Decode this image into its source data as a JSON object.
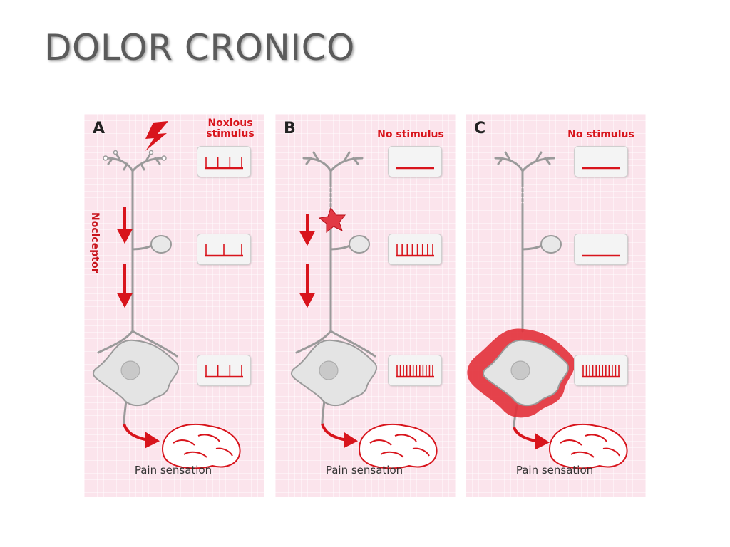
{
  "slide": {
    "title": "DOLOR CRONICO"
  },
  "panels": [
    {
      "label": "A",
      "stimulus": "Noxious stimulus",
      "nociceptor_label": "Nociceptor",
      "pain_label": "Pain sensation",
      "spikes": [
        4,
        3,
        4
      ]
    },
    {
      "label": "B",
      "stimulus": "No stimulus",
      "pain_label": "Pain sensation",
      "spikes": [
        0,
        8,
        12
      ]
    },
    {
      "label": "C",
      "stimulus": "No stimulus",
      "pain_label": "Pain sensation",
      "spikes": [
        0,
        0,
        12
      ]
    }
  ],
  "colors": {
    "accent": "#d8141c",
    "panel_bg": "#fbe4ec",
    "title": "#5b5b5b",
    "neuron": "#d6d6d6"
  }
}
